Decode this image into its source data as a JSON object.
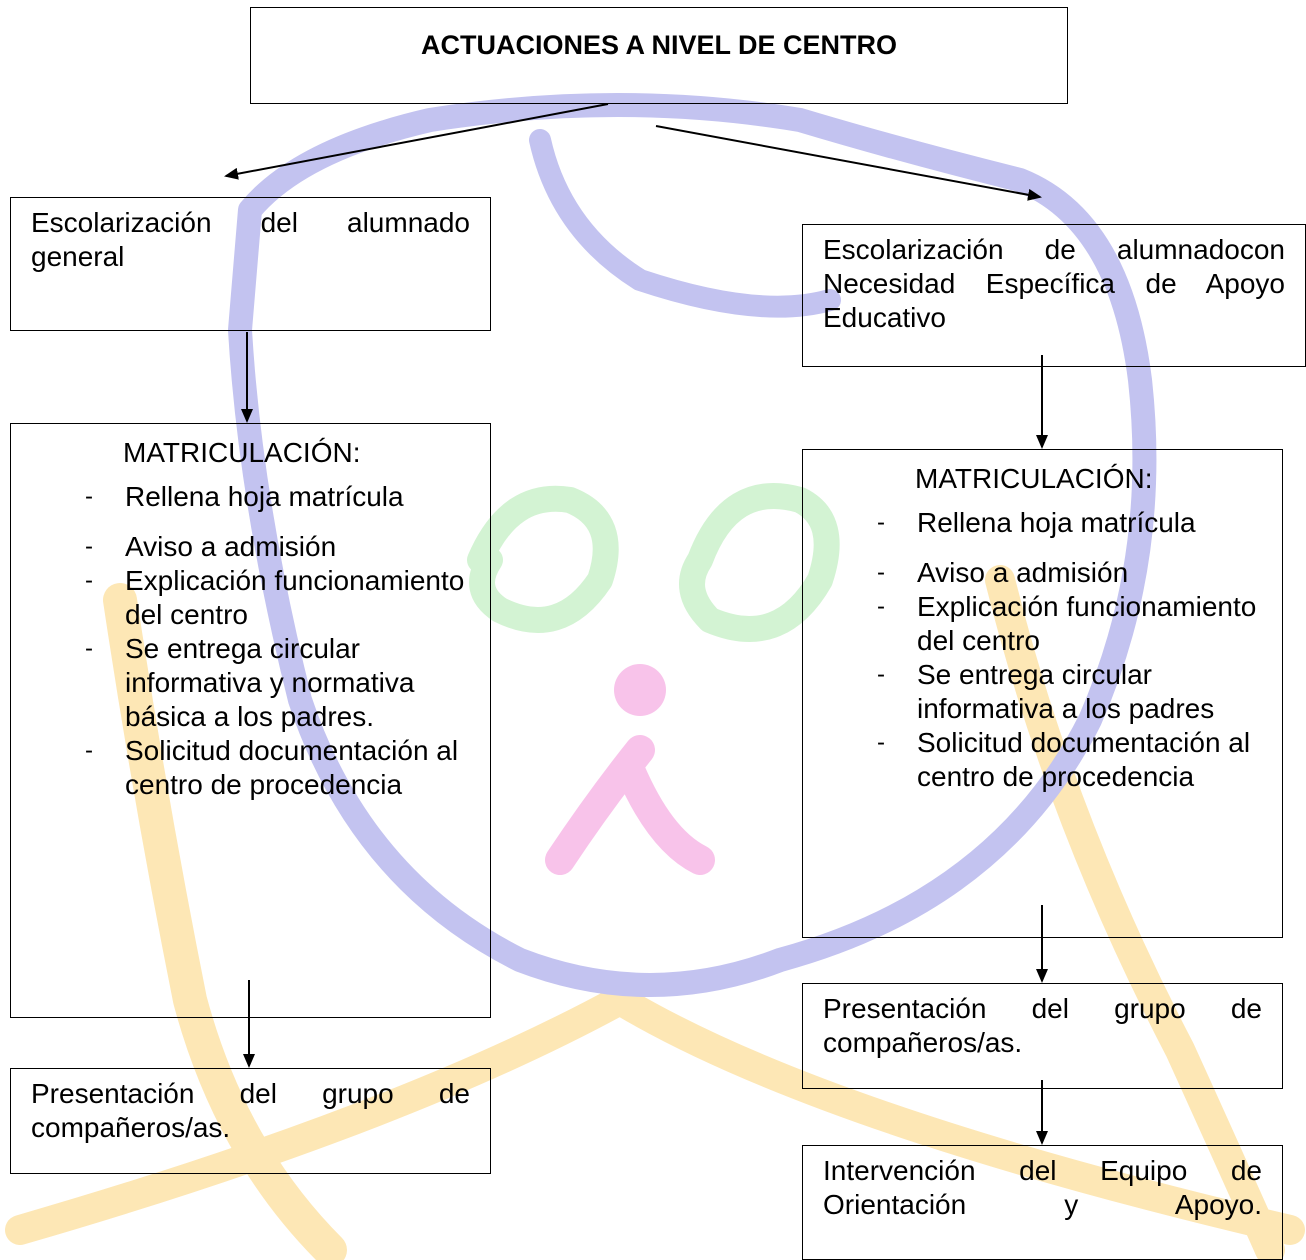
{
  "diagram": {
    "title": "ACTUACIONES A NIVEL DE CENTRO",
    "left": {
      "escolarizacion": "Escolarización del alumnado general",
      "matriculacion": {
        "heading": "MATRICULACIÓN:",
        "items": [
          "Rellena hoja matrícula",
          "Aviso a admisión",
          "Explicación funcionamiento del centro",
          "Se entrega circular informativa y normativa básica a los padres.",
          "Solicitud documentación al centro de procedencia"
        ]
      },
      "presentacion": "Presentación del grupo de compañeros/as."
    },
    "right": {
      "escolarizacion": "Escolarización de alumnadocon Necesidad Específica de Apoyo Educativo",
      "matriculacion": {
        "heading": "MATRICULACIÓN:",
        "items": [
          "Rellena hoja matrícula",
          "Aviso a admisión",
          "Explicación funcionamiento del centro",
          "Se entrega circular informativa a los padres",
          "Solicitud documentación al centro de procedencia"
        ]
      },
      "presentacion": "Presentación del grupo de compañeros/as.",
      "intervencion": "Intervención del Equipo de Orientación y Apoyo."
    }
  },
  "colors": {
    "border": "#000000",
    "watermark_blue": "#b9b9ee",
    "watermark_green": "#c9f0c9",
    "watermark_pink": "#f6b3e3",
    "watermark_orange": "#fde7b5"
  }
}
